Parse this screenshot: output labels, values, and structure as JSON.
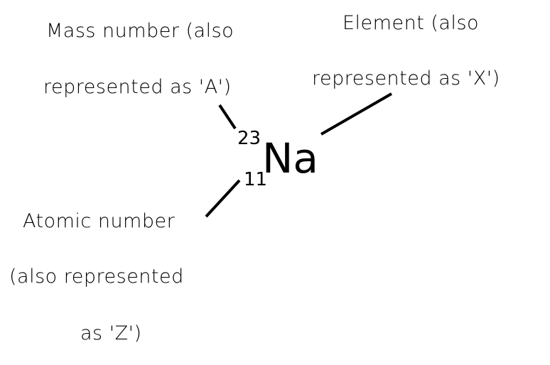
{
  "notation": {
    "symbol": "Na",
    "mass_number": "23",
    "atomic_number": "11"
  },
  "labels": {
    "mass": {
      "line1": "Mass number (also",
      "line2": "represented as 'A')"
    },
    "element": {
      "line1": "Element (also",
      "line2": "represented as 'X')"
    },
    "atomic": {
      "line1": "Atomic number",
      "line2": "(also represented",
      "line3": "as 'Z')"
    }
  }
}
